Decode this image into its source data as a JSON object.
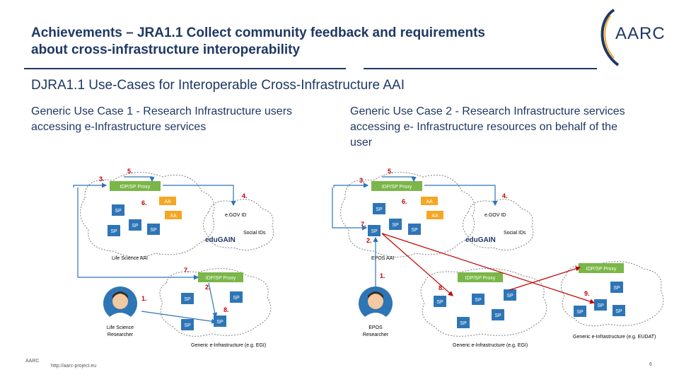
{
  "header": {
    "title_line1": "Achievements – JRA1.1 Collect community feedback and requirements",
    "title_line2": "about cross-infrastructure interoperability",
    "logo_text": "AARC"
  },
  "subtitle": "DJRA1.1 Use-Cases for Interoperable Cross-Infrastructure AAI",
  "use_case_1": "Generic Use Case 1 - Research Infrastructure users accessing e-Infrastructure services",
  "use_case_2": "Generic Use Case 2 - Research Infrastructure services accessing e- Infrastructure resources on behalf of the user",
  "diagram1": {
    "proxy_top": "IDP/SP Proxy",
    "aa1": "AA",
    "aa2": "AA",
    "sp": "SP",
    "egov": "e.GOV ID",
    "social": "Social IDs",
    "edugain": "eduGAIN",
    "life_science_aai": "Life Science AAI",
    "proxy_bottom": "IDP/SP Proxy",
    "person_label_1": "Life Science",
    "person_label_2": "Researcher",
    "einfra": "Generic e-Infrastructure (e.g. EGI)",
    "steps": [
      "1.",
      "2.",
      "3.",
      "4.",
      "5.",
      "6.",
      "7.",
      "8."
    ]
  },
  "diagram2": {
    "proxy_top": "IDP/SP Proxy",
    "aa1": "AA",
    "aa2": "AA",
    "sp": "SP",
    "egov": "e.GOV ID",
    "social": "Social IDs",
    "edugain": "eduGAIN",
    "epos_aai": "EPOS AAI",
    "proxy_mid": "IDP/SP Proxy",
    "proxy_right": "IDP/SP Proxy",
    "person_label_1": "EPOS",
    "person_label_2": "Researcher",
    "einfra": "Generic e-Infrastructure (e.g. EGI)",
    "einfra2": "Generic e-Infrastructure (e.g. EUDAT)",
    "steps": [
      "1.",
      "2.",
      "3.",
      "4.",
      "5.",
      "6.",
      "7.",
      "8.",
      "9."
    ]
  },
  "footer": {
    "url": "http://aarc-project.eu",
    "logo": "AARC",
    "page": "6"
  },
  "colors": {
    "navy": "#1f3864",
    "orange": "#f5a623",
    "green": "#7ab648",
    "sp_blue": "#2e75b6",
    "red": "#c00000",
    "cloud_stroke": "#7f7f7f"
  }
}
